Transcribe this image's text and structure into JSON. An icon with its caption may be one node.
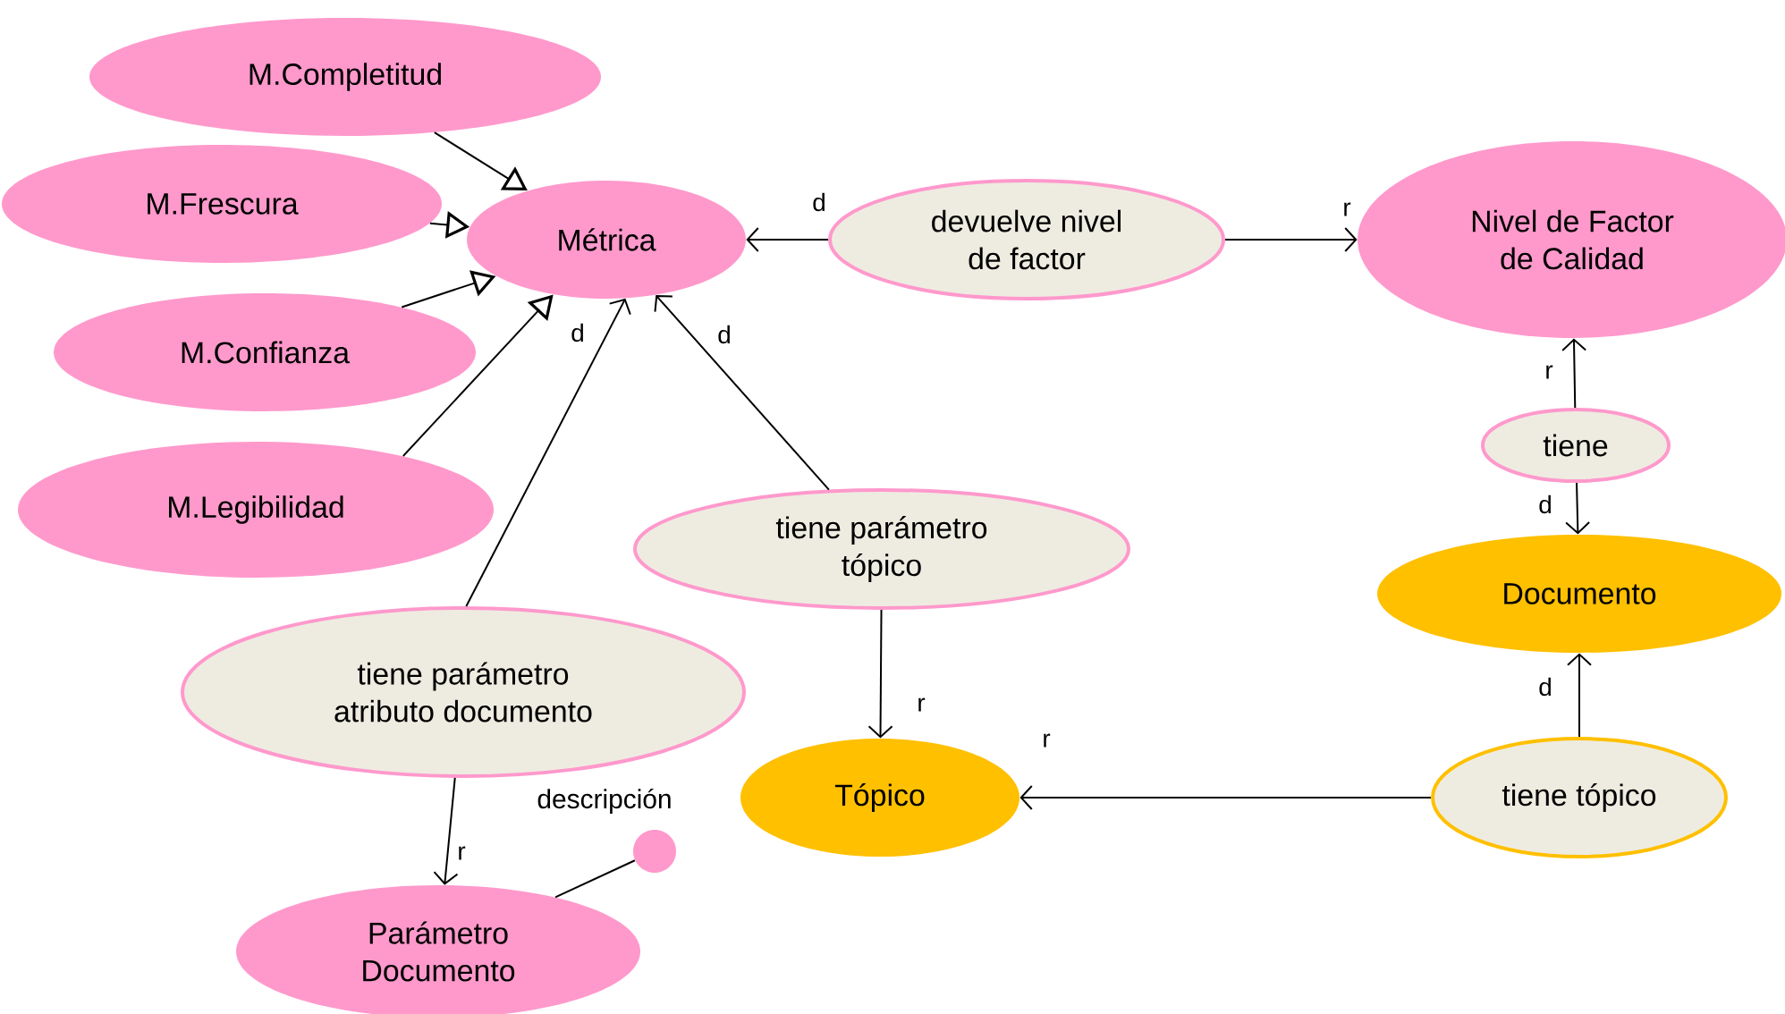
{
  "diagram": {
    "nodes": [
      {
        "text": [
          "M.Completitud"
        ]
      },
      {
        "text": [
          "M.Frescura"
        ]
      },
      {
        "text": [
          "M.Confianza"
        ]
      },
      {
        "text": [
          "M.Legibilidad"
        ]
      },
      {
        "text": [
          "Métrica"
        ]
      },
      {
        "text": [
          "devuelve nivel de factor"
        ]
      },
      {
        "text": [
          "Nivel de Factor de Calidad"
        ]
      },
      {
        "text": [
          "tiene"
        ]
      },
      {
        "text": [
          "tiene parámetro tópico"
        ]
      },
      {
        "text": [
          "Documento"
        ]
      },
      {
        "text": [
          "tiene parámetro atributo documento"
        ]
      },
      {
        "text": [
          "Tópico"
        ]
      },
      {
        "text": [
          "tiene tópico"
        ]
      },
      {
        "text": [],
        "shape": "circle",
        "beside": [
          "descripción"
        ]
      },
      {
        "text": [
          "Parámetro Documento"
        ]
      }
    ],
    "edges": [
      {
        "from": 0,
        "to": 4,
        "arrow": "to"
      },
      {
        "from": 1,
        "to": 4,
        "arrow": "to"
      },
      {
        "from": 2,
        "to": 4,
        "arrow": "to"
      },
      {
        "from": 3,
        "to": 4,
        "arrow": "to"
      },
      {
        "from": 5,
        "to": 4,
        "arrow": "to",
        "label": "d"
      },
      {
        "from": 5,
        "to": 6,
        "arrow": "to",
        "label": "r"
      },
      {
        "from": 10,
        "to": 4,
        "arrow": "to",
        "label": "d"
      },
      {
        "from": 8,
        "to": 4,
        "arrow": "to",
        "label": "d"
      },
      {
        "from": 7,
        "to": 6,
        "arrow": "to",
        "label": "r"
      },
      {
        "from": 7,
        "to": 9,
        "arrow": "to",
        "label": "d"
      },
      {
        "from": 8,
        "to": 11,
        "arrow": "to",
        "label": "r"
      },
      {
        "from": 12,
        "to": 9,
        "arrow": "to",
        "label": "d"
      },
      {
        "from": 12,
        "to": 11,
        "arrow": "to",
        "label": "r"
      },
      {
        "from": 10,
        "to": 14,
        "arrow": "to",
        "label": "r"
      },
      {
        "from": 13,
        "to": 14,
        "arrow": "none"
      }
    ]
  }
}
